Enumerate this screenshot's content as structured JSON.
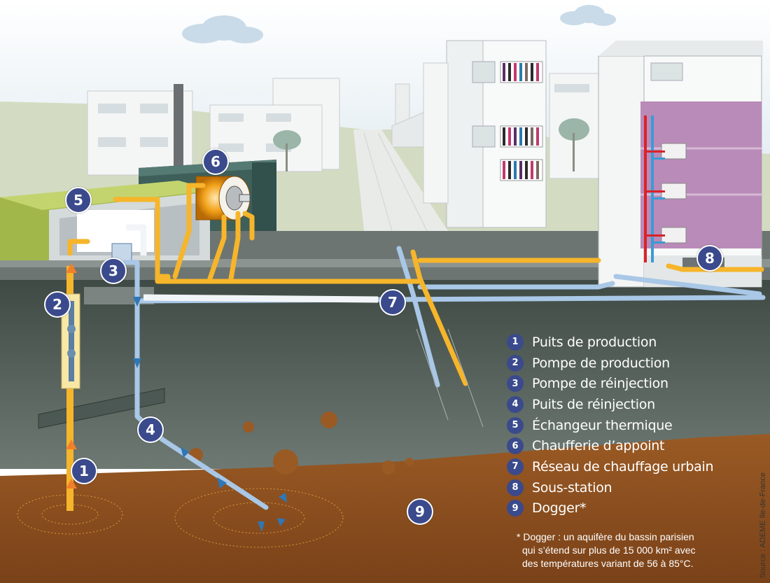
{
  "legend": {
    "items": [
      {
        "num": "1",
        "label": "Puits de production"
      },
      {
        "num": "2",
        "label": "Pompe de production"
      },
      {
        "num": "3",
        "label": "Pompe de réinjection"
      },
      {
        "num": "4",
        "label": "Puits de réinjection"
      },
      {
        "num": "5",
        "label": "Échangeur thermique"
      },
      {
        "num": "6",
        "label": "Chaufferie d’appoint"
      },
      {
        "num": "7",
        "label": "Réseau de chauffage urbain"
      },
      {
        "num": "8",
        "label": "Sous-station"
      },
      {
        "num": "9",
        "label": "Dogger*"
      }
    ]
  },
  "footnote": {
    "line1": "* Dogger : un aquifère du bassin parisien",
    "line2": "qui s’étend  sur plus de 15 000 km² avec",
    "line3": "des températures variant de 56 à 85°C."
  },
  "source": "Source : ADEME Ile-de-France",
  "colors": {
    "badge": "#3a4a8c",
    "hot_pipe": "#f6b52a",
    "cold_pipe": "#a9c7e6",
    "dogger": "#8a4e1e",
    "underground": "#5d6a64"
  }
}
